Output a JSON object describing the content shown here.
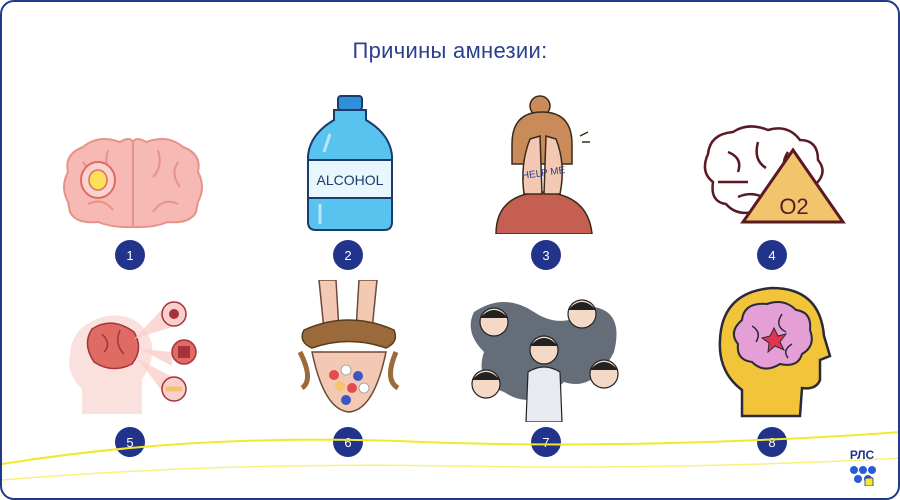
{
  "title": "Причины амнезии:",
  "items": [
    {
      "number": "1",
      "icon": "brain-tumor-icon"
    },
    {
      "number": "2",
      "icon": "alcohol-bottle-icon"
    },
    {
      "number": "3",
      "icon": "crying-woman-icon"
    },
    {
      "number": "4",
      "icon": "brain-oxygen-warning-icon"
    },
    {
      "number": "5",
      "icon": "stroke-head-icon"
    },
    {
      "number": "6",
      "icon": "pills-hands-tied-icon"
    },
    {
      "number": "7",
      "icon": "mental-disorder-icon"
    },
    {
      "number": "8",
      "icon": "head-brain-injury-icon"
    }
  ],
  "bottle_text": "ALCOHOL",
  "help_text": "HELP ME",
  "oxygen_text": "O2",
  "logo": {
    "text": "РЛС"
  },
  "colors": {
    "badge": "#21338a",
    "title": "#2b3f8f",
    "wave": "#f2e92a",
    "frame": "#1f3a8a"
  }
}
